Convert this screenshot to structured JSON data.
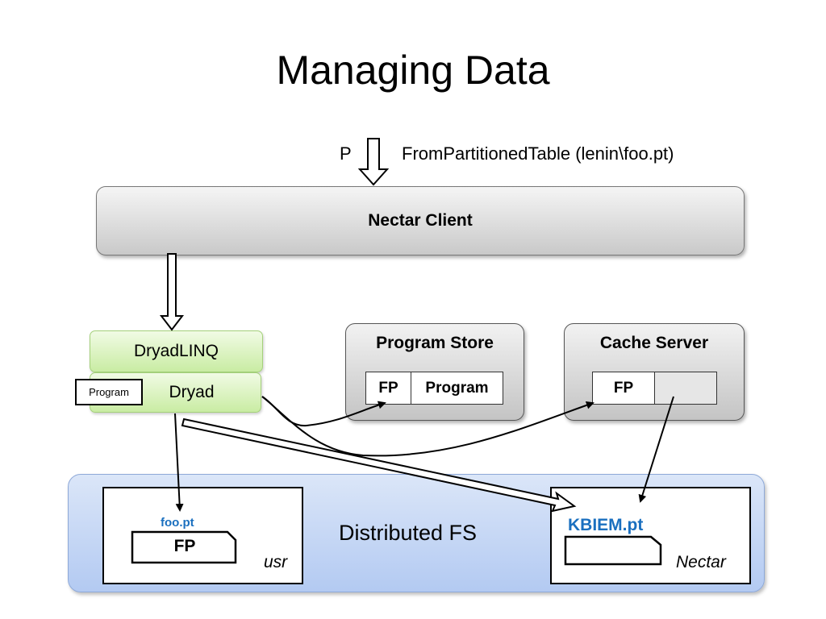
{
  "title": "Managing Data",
  "input": {
    "p_label": "P",
    "call": "FromPartitionedTable (lenin\\foo.pt)"
  },
  "client": {
    "label": "Nectar Client"
  },
  "stack": {
    "dryadlinq": "DryadLINQ",
    "dryad": "Dryad",
    "program": "Program"
  },
  "program_store": {
    "title": "Program Store",
    "cells": [
      "FP",
      "Program"
    ]
  },
  "cache_server": {
    "title": "Cache Server",
    "cells": [
      "FP",
      ""
    ]
  },
  "distributed_fs": {
    "label": "Distributed FS",
    "usr": {
      "label": "usr",
      "file_name": "foo.pt",
      "file_content": "FP"
    },
    "nectar": {
      "label": "Nectar",
      "file_name": "KBIEM.pt",
      "file_content": ""
    }
  }
}
